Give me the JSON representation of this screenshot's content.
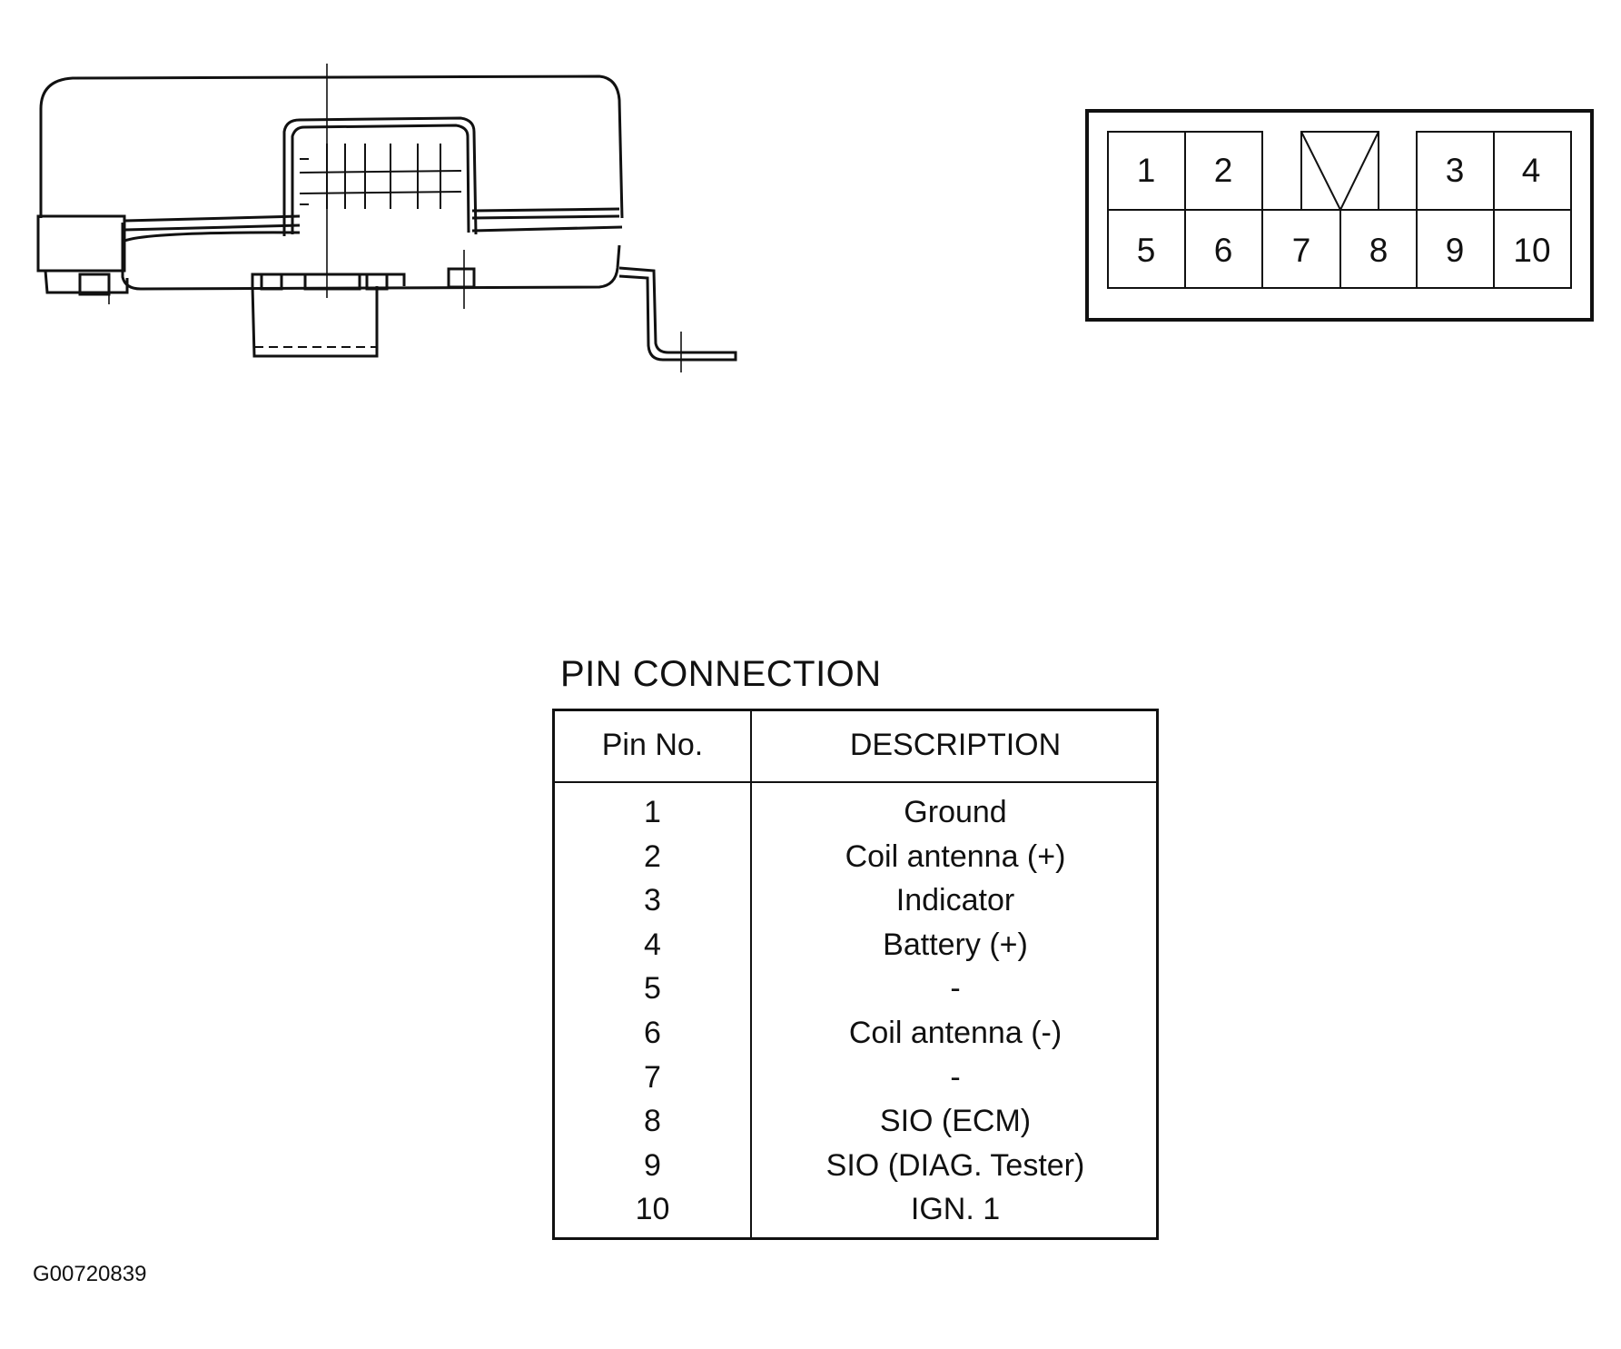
{
  "connector_face": {
    "pins": [
      "1",
      "2",
      "3",
      "4",
      "5",
      "6",
      "7",
      "8",
      "9",
      "10"
    ]
  },
  "pin_table": {
    "title": "PIN CONNECTION",
    "headers": {
      "pin_no": "Pin No.",
      "description": "DESCRIPTION"
    },
    "rows": [
      {
        "pin": "1",
        "description": "Ground"
      },
      {
        "pin": "2",
        "description": "Coil antenna (+)"
      },
      {
        "pin": "3",
        "description": "Indicator"
      },
      {
        "pin": "4",
        "description": "Battery (+)"
      },
      {
        "pin": "5",
        "description": "-"
      },
      {
        "pin": "6",
        "description": "Coil antenna (-)"
      },
      {
        "pin": "7",
        "description": "-"
      },
      {
        "pin": "8",
        "description": "SIO (ECM)"
      },
      {
        "pin": "9",
        "description": "SIO (DIAG. Tester)"
      },
      {
        "pin": "10",
        "description": "IGN. 1"
      }
    ]
  },
  "figure_id": "G00720839"
}
